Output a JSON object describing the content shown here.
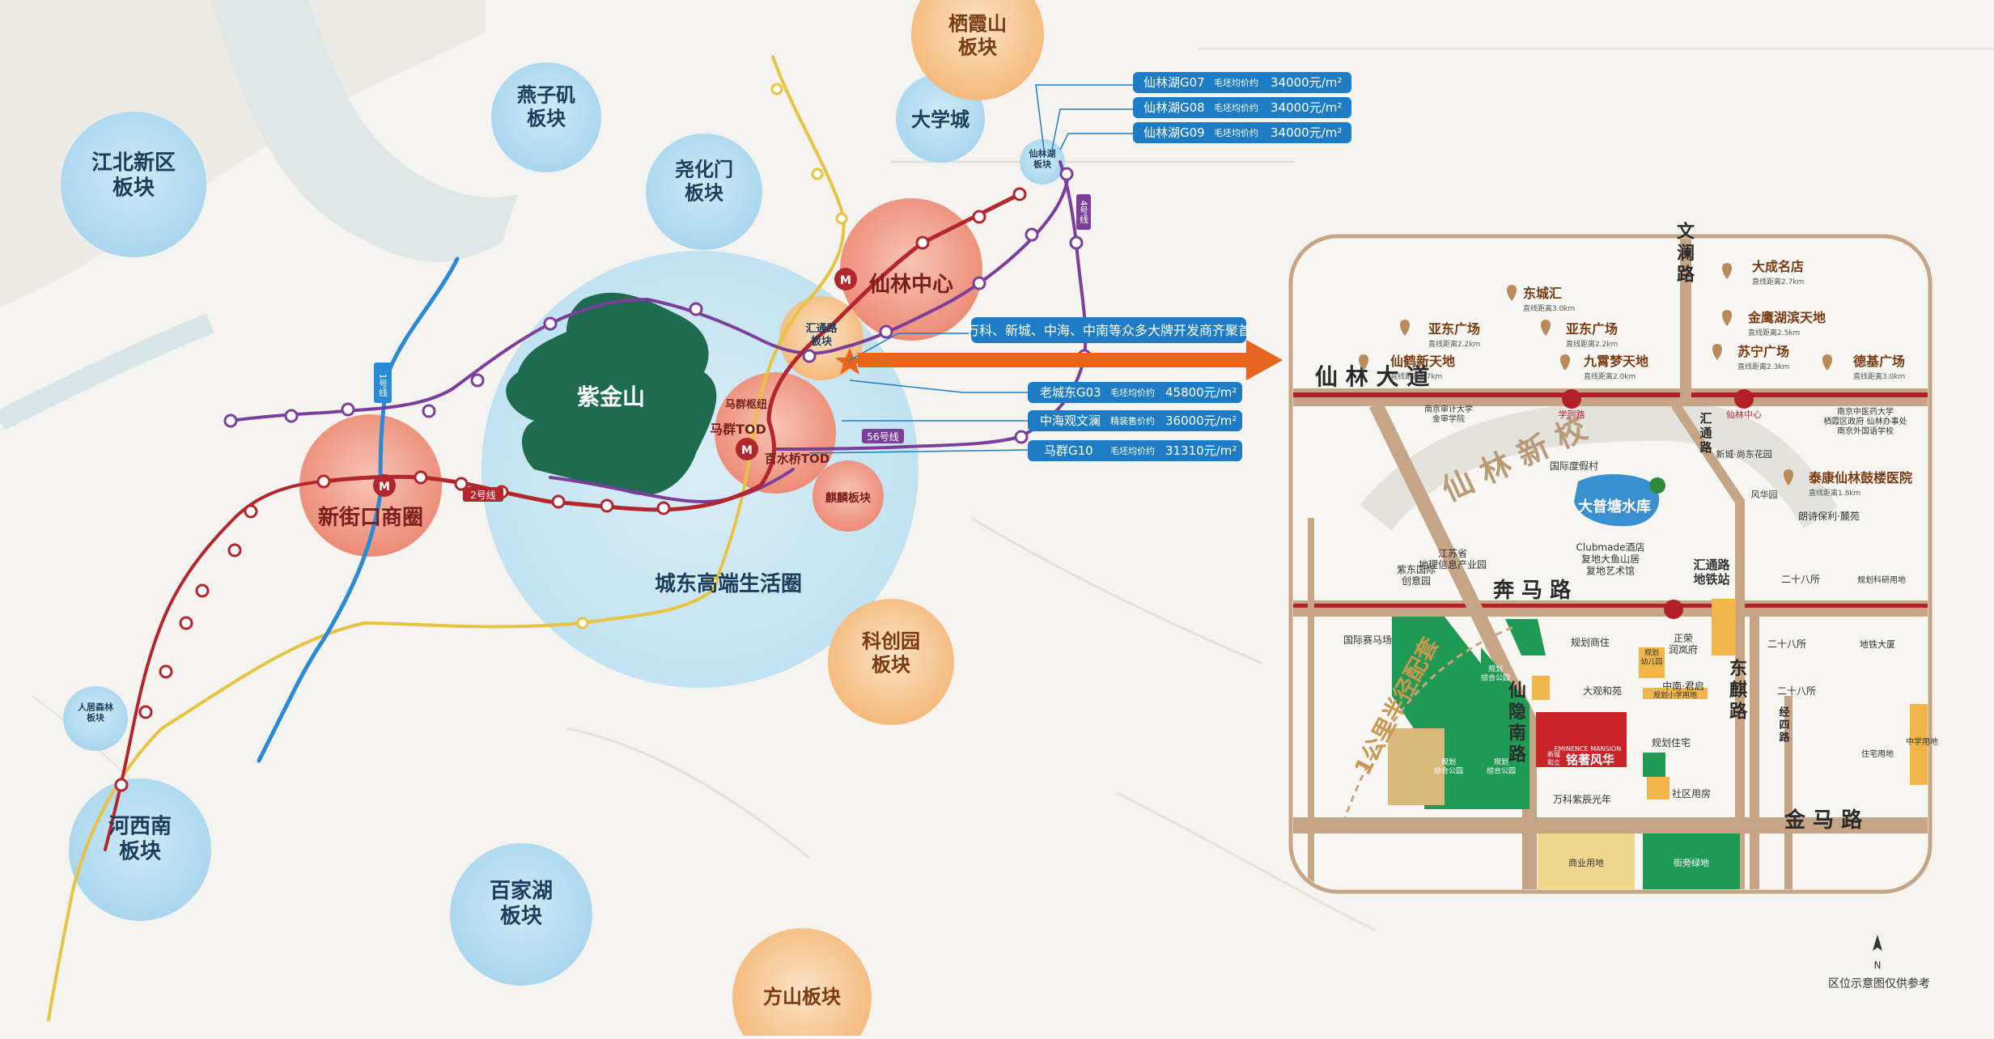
{
  "districts": {
    "jiangbei": "江北新区\n板块",
    "yanziji": "燕子矶\n板块",
    "yaohuamen": "尧化门\n板块",
    "daxuecheng": "大学城",
    "qixiashan": "栖霞山\n板块",
    "xianlinhu": "仙林湖\n板块",
    "xianlin_center": "仙林中心",
    "huitonglu": "汇通路\n板块",
    "xinjiekou": "新街口商圈",
    "zijinshan": "紫金山",
    "mequn_hub": "马群枢纽",
    "mequn_tod": "马群TOD",
    "baishuiqiao_tod": "百水桥TOD",
    "qilin": "麒麟板块",
    "chengdong": "城东高端生活圈",
    "kechuangyuan": "科创园\n板块",
    "hexinan": "河西南\n板块",
    "baijiahu": "百家湖\n板块",
    "fangshan": "方山板块",
    "renjusenlin": "人居森林\n板块"
  },
  "metro_labels": {
    "line1": "1号线",
    "line2": "2号线",
    "line4": "4号线",
    "line56": "56号线"
  },
  "land_prices_top": [
    {
      "name": "仙林湖G07",
      "tag": "毛坯均价约",
      "price": "34000元/m²"
    },
    {
      "name": "仙林湖G08",
      "tag": "毛坯均价约",
      "price": "34000元/m²"
    },
    {
      "name": "仙林湖G09",
      "tag": "毛坯均价约",
      "price": "34000元/m²"
    }
  ],
  "developers_banner": "万科、新城、中海、中南等众多大牌开发商齐聚首",
  "land_prices_mid": [
    {
      "name": "老城东G03",
      "tag": "毛坯均价约",
      "price": "45800元/m²"
    },
    {
      "name": "中海观文澜",
      "tag": "精装售价约",
      "price": "36000元/m²"
    },
    {
      "name": "马群G10",
      "tag": "毛坯均价约",
      "price": "31310元/m²"
    }
  ],
  "inset": {
    "roads": {
      "xianlin_dadao": "仙 林 大 道",
      "benma_lu": "奔 马 路",
      "jinma_lu": "金 马 路",
      "wenlan_lu": "文\n澜\n路",
      "xianyin_lu": "仙\n隐\n南\n路",
      "qilin_lu": "东\n麒\n路",
      "jing4_lu": "经\n四\n路",
      "huitong_lu": "汇\n通\n路",
      "xianlin_xinxiao": "仙 林 新 校",
      "ring_label": "1公里半径配套"
    },
    "pins": [
      {
        "name": "东城汇",
        "dist": "直线距离3.0km"
      },
      {
        "name": "大成名店",
        "dist": "直线距离2.7km"
      },
      {
        "name": "金鹰湖滨天地",
        "dist": "直线距离2.5km"
      },
      {
        "name": "亚东广场",
        "dist": "直线距离2.2km"
      },
      {
        "name": "亚东广场",
        "dist": "直线距离2.2km"
      },
      {
        "name": "苏宁广场",
        "dist": "直线距离2.3km"
      },
      {
        "name": "仙鹤新天地",
        "dist": "直线距离2.7km"
      },
      {
        "name": "九霄梦天地",
        "dist": "直线距离2.0km"
      },
      {
        "name": "德基广场",
        "dist": "直线距离3.0km"
      },
      {
        "name": "泰康仙林鼓楼医院",
        "dist": "直线距离1.8km"
      }
    ],
    "stations": {
      "xianlin_center": "仙林中心",
      "xuezelu": "学则路",
      "huitong_station": "汇通路\n地铁站"
    },
    "places": {
      "lake": "大普塘水库",
      "clubmade": "Clubmade酒店\n复地大鱼山居\n复地艺术馆",
      "resort": "国际度假村",
      "jiangsu_park": "江苏省\n地理信息产业园",
      "zidong": "紫东国际\n创意园",
      "racecourse": "国际赛马场",
      "audit_univ": "南京审计大学\n金审学院",
      "tcm_univ": "南京中医药大学\n栖霞区政府 仙林办事处",
      "fenghua_yuan": "风华园",
      "langyu": "朗诗保利·麓苑",
      "nanjing_fls": "南京外国语学校",
      "xincheng_dongle": "新城·尚东花园",
      "plan_residential": "规划商住",
      "zhengrong": "正荣\n润岚府",
      "zhongnan": "中南·君启",
      "daguanhe": "大观和苑",
      "vanke": "万科紫辰光年",
      "community": "社区用房",
      "commercial_land": "商业用地",
      "street_green": "街旁绿地",
      "project_en": "EMINENCE MANSION",
      "project_brand": "新城\n和立",
      "project_name": "铭著风华",
      "park1": "规划\n综合公园",
      "park2": "规划\n综合公园",
      "park3": "规划\n综合公园",
      "kindergarten": "规划\n幼儿园",
      "primary": "规划小学用地",
      "ershiba1": "二十八所",
      "ershiba2": "二十八所",
      "ershiba3": "二十八所",
      "plan_research": "规划科研用地",
      "ditie_tower": "地铁大厦",
      "middle_school": "中学用地",
      "residence_land": "住宅用地",
      "plan_residence": "规划住宅"
    }
  },
  "footer": {
    "north": "N",
    "disclaimer": "区位示意图仅供参考"
  },
  "colors": {
    "metro_red": "#b1272d",
    "metro_purple": "#7b3f9b",
    "metro_blue": "#2a8ad4",
    "metro_yellow": "#e6c341",
    "zijinshan_green": "#1f6b4f",
    "price_blue": "#1d7cc4",
    "orange_arrow": "#e8651d",
    "inset_road": "#c5a585"
  }
}
